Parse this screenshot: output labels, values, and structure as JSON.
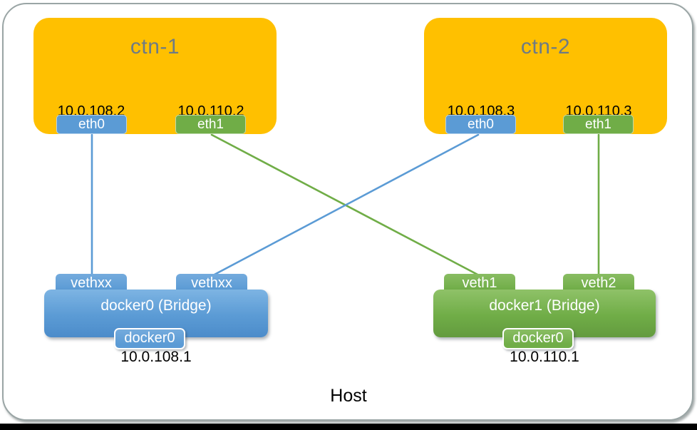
{
  "diagram": {
    "host_label": "Host",
    "containers": [
      {
        "name": "ctn-1",
        "interfaces": [
          {
            "name": "eth0",
            "ip": "10.0.108.2"
          },
          {
            "name": "eth1",
            "ip": "10.0.110.2"
          }
        ]
      },
      {
        "name": "ctn-2",
        "interfaces": [
          {
            "name": "eth0",
            "ip": "10.0.108.3"
          },
          {
            "name": "eth1",
            "ip": "10.0.110.3"
          }
        ]
      }
    ],
    "bridges": [
      {
        "name": "docker0 (Bridge)",
        "ports": [
          "vethxx",
          "vethxx"
        ],
        "device_tag": "docker0",
        "ip": "10.0.108.1"
      },
      {
        "name": "docker1 (Bridge)",
        "ports": [
          "veth1",
          "veth2"
        ],
        "device_tag": "docker0",
        "ip": "10.0.110.1"
      }
    ],
    "colors": {
      "container_fill": "#FFC000",
      "container_title_text": "#6E7B85",
      "interface_blue": "#5B9BD5",
      "interface_green": "#70AD47",
      "card_border": "#9aa5a5"
    }
  }
}
